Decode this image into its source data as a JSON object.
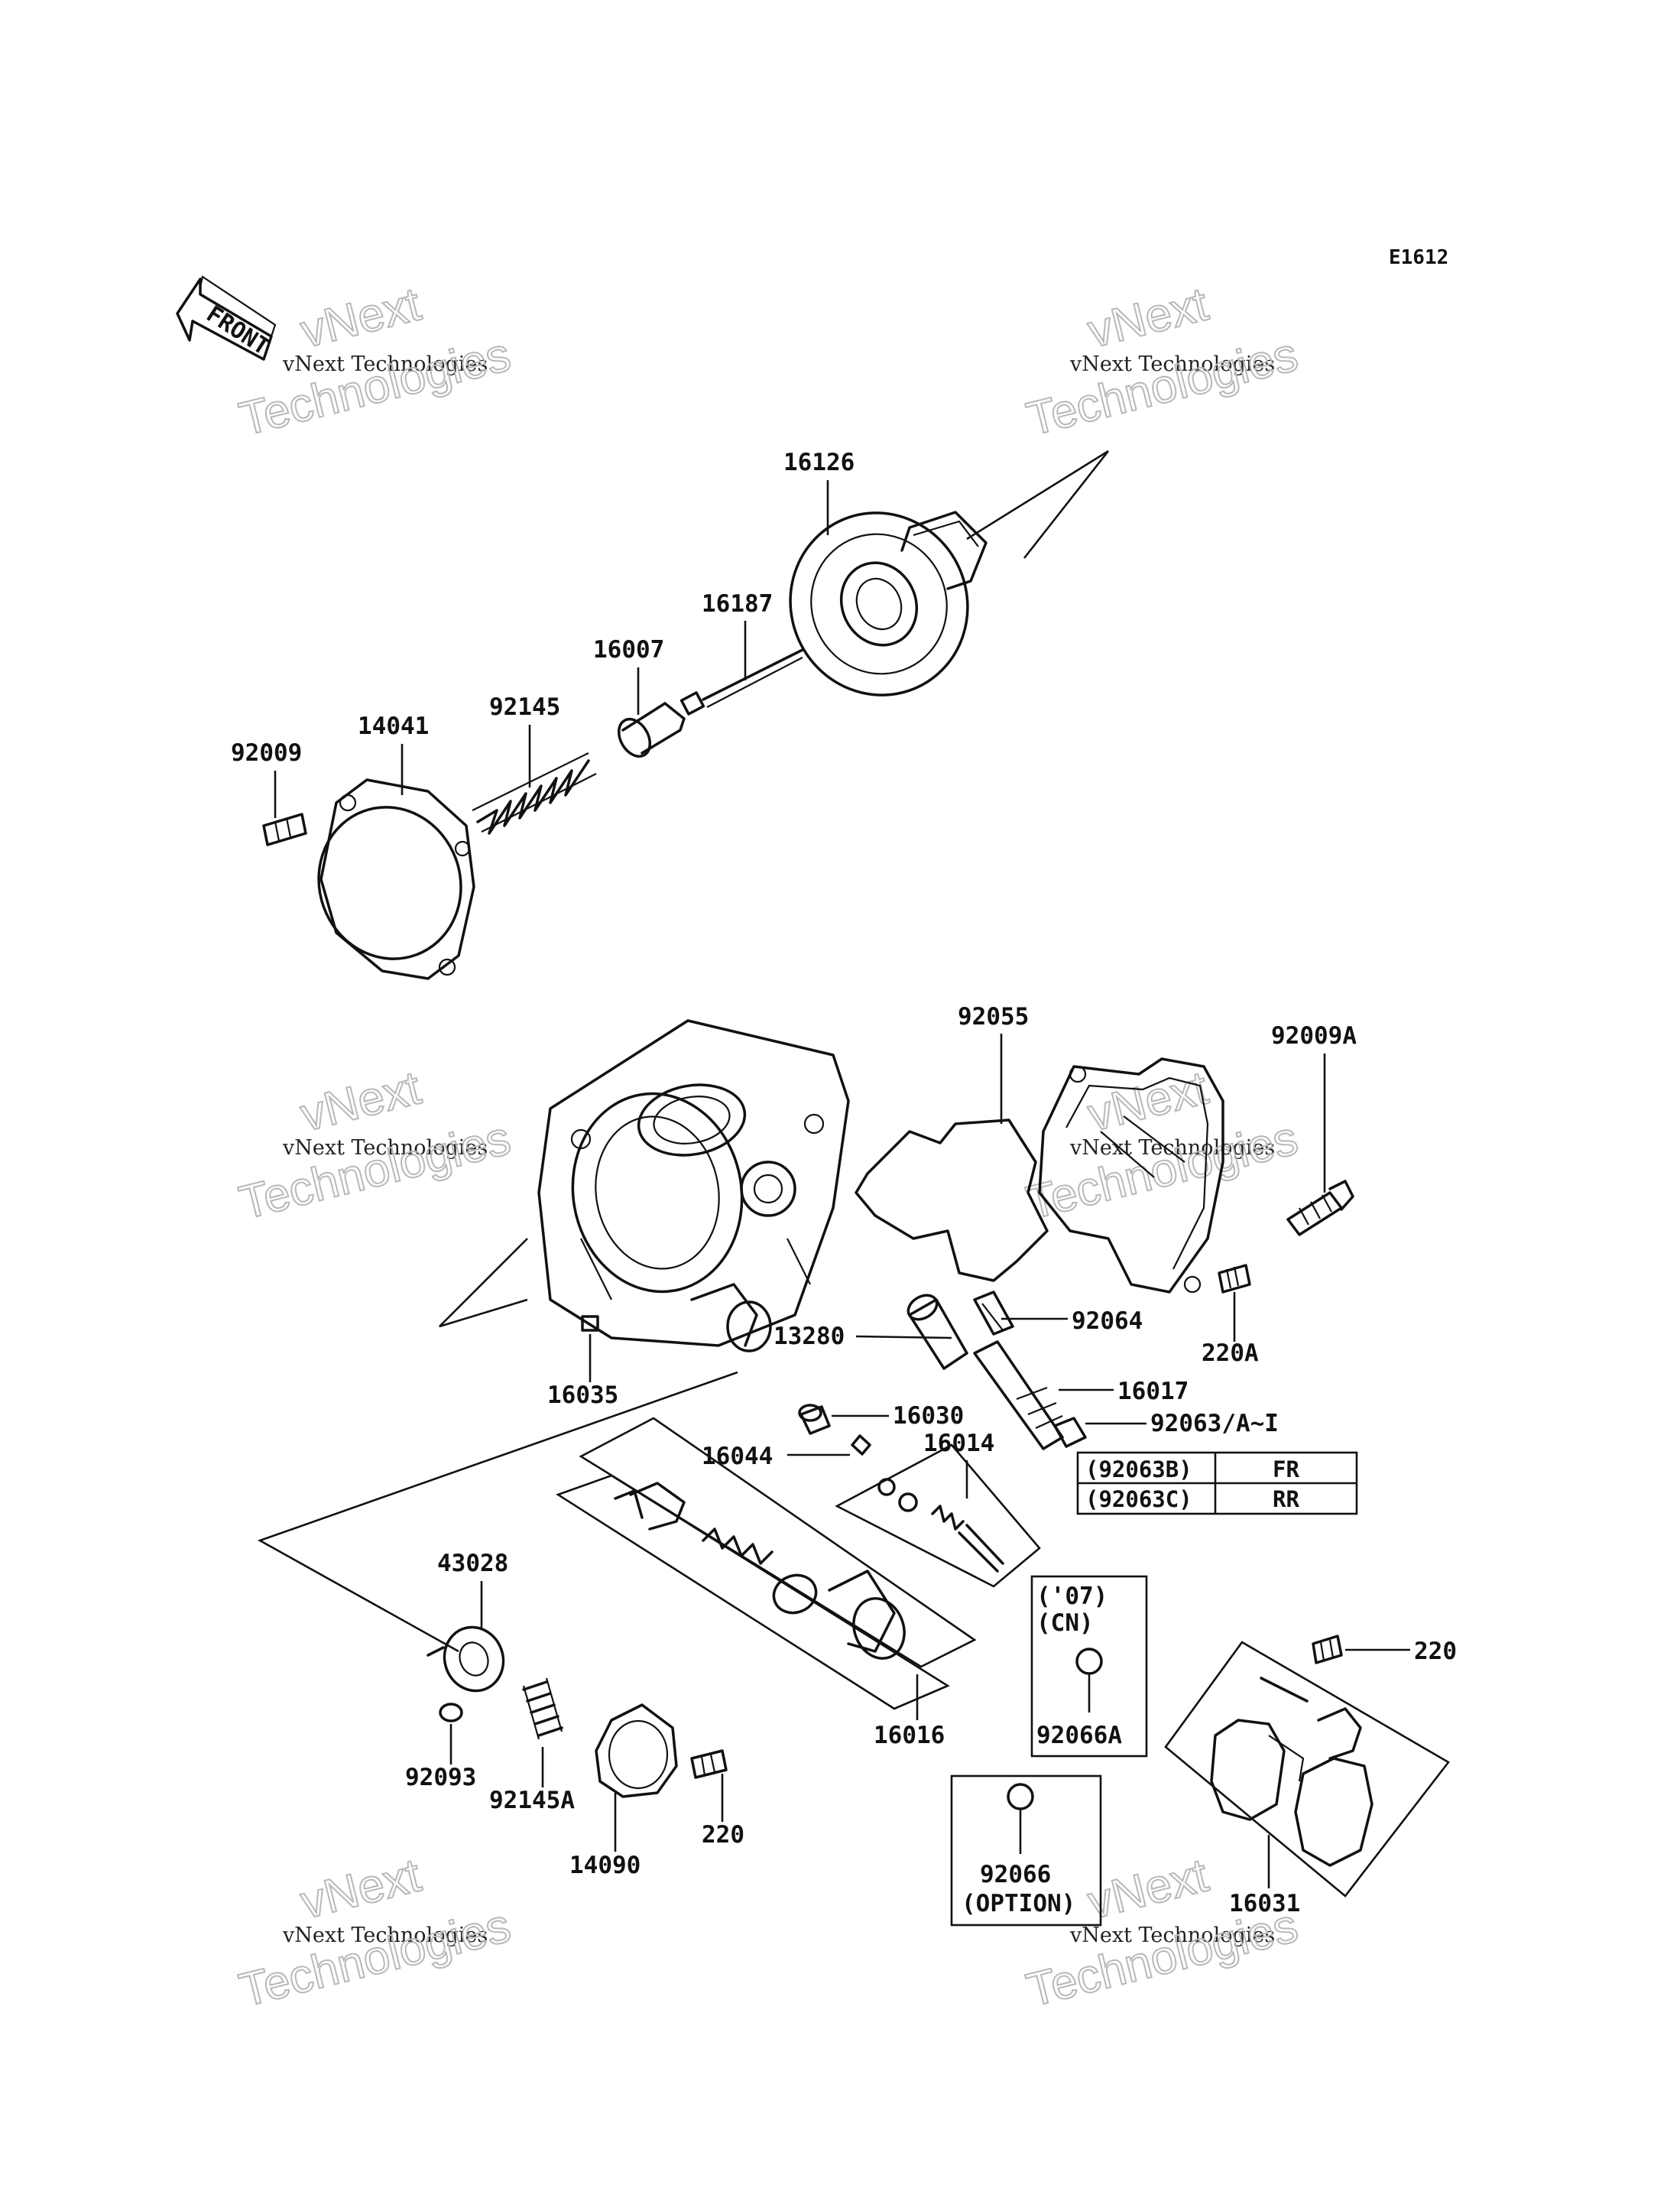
{
  "diagram_code": "E1612",
  "front_marker": "FRONT",
  "watermark": {
    "line1": "vNext",
    "line2": "vNext Technologies",
    "line3": "Technologies"
  },
  "parts": {
    "p16126": "16126",
    "p16187": "16187",
    "p16007": "16007",
    "p92145": "92145",
    "p14041": "14041",
    "p92009": "92009",
    "p92055": "92055",
    "p92009A": "92009A",
    "p92064": "92064",
    "p13280": "13280",
    "p220A": "220A",
    "p16017": "16017",
    "p16035": "16035",
    "p16030": "16030",
    "p92063": "92063/A~I",
    "p16044": "16044",
    "p16014": "16014",
    "p43028": "43028",
    "p92093": "92093",
    "p92145A": "92145A",
    "p220b": "220",
    "p14090": "14090",
    "p16016": "16016",
    "p220c": "220",
    "p16031": "16031",
    "p92066A": "92066A",
    "p92066": "92066",
    "p92066_note": "(OPTION)"
  },
  "variant_table": {
    "rows": [
      {
        "code": "(92063B)",
        "value": "FR"
      },
      {
        "code": "(92063C)",
        "value": "RR"
      }
    ]
  },
  "box_07": {
    "line1": "('07)",
    "line2": "(CN)"
  }
}
